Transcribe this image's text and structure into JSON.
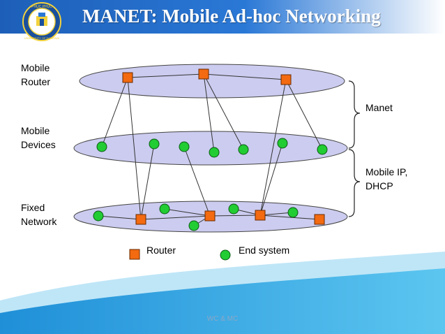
{
  "slide": {
    "title": "MANET: Mobile Ad-hoc Networking",
    "footer": "WC & MC",
    "logo": {
      "text_top": "PHỤC PHỤC",
      "text_ring": "UNIVERSITY OF DONGNAI",
      "icon": "university-seal-icon"
    }
  },
  "layers": {
    "mobile_router": {
      "line1": "Mobile",
      "line2": "Router"
    },
    "mobile_devices": {
      "line1": "Mobile",
      "line2": "Devices"
    },
    "fixed_network": {
      "line1": "Fixed",
      "line2": "Network"
    }
  },
  "brackets": {
    "manet": {
      "line1": "Manet"
    },
    "mobile_ip": {
      "line1": "Mobile IP,",
      "line2": "DHCP"
    }
  },
  "legend": {
    "router": "Router",
    "end_system": "End system"
  },
  "colors": {
    "layer_fill": "#ccccf0",
    "router_fill": "#f36a10",
    "end_system_fill": "#22cc33",
    "header_blue": "#1d5fb8",
    "wave_blue": "#2aa0e0"
  }
}
